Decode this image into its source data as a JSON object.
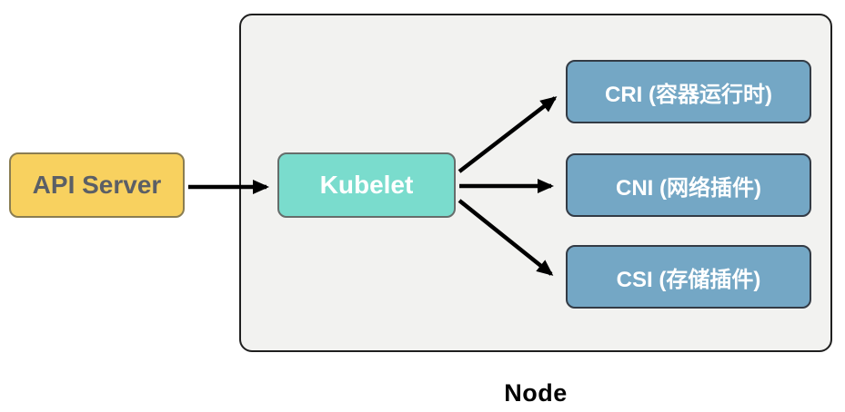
{
  "diagram": {
    "type": "flow-diagram",
    "container_label": "Node",
    "nodes": {
      "api_server": {
        "label": "API Server"
      },
      "kubelet": {
        "label": "Kubelet"
      },
      "cri": {
        "label": "CRI (容器运行时)"
      },
      "cni": {
        "label": "CNI (网络插件)"
      },
      "csi": {
        "label": "CSI (存储插件)"
      }
    },
    "edges": [
      {
        "from": "API Server",
        "to": "Kubelet"
      },
      {
        "from": "Kubelet",
        "to": "CRI (容器运行时)"
      },
      {
        "from": "Kubelet",
        "to": "CNI (网络插件)"
      },
      {
        "from": "Kubelet",
        "to": "CSI (存储插件)"
      }
    ],
    "colors": {
      "background": "#ffffff",
      "node_container_fill": "#f2f2f0",
      "node_container_border": "#1f1f1f",
      "api_server_fill": "#f8d15f",
      "api_server_border": "#8a7d52",
      "api_server_text": "#5b5f66",
      "kubelet_fill": "#7adccd",
      "kubelet_border": "#666d6b",
      "plugin_fill": "#74a7c5",
      "plugin_border": "#333b45",
      "box_text": "#ffffff",
      "arrow": "#000000",
      "caption_text": "#000000"
    }
  }
}
